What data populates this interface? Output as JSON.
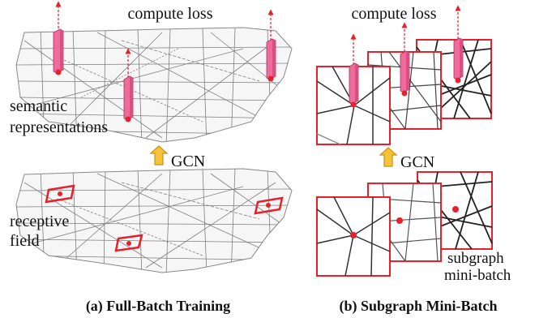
{
  "panel_a": {
    "top_label": "compute loss",
    "semantic_line1": "semantic",
    "semantic_line2": "representations",
    "gcn_label": "GCN",
    "receptive_line1": "receptive",
    "receptive_line2": "field",
    "caption": "(a) Full-Batch Training"
  },
  "panel_b": {
    "top_label": "compute loss",
    "gcn_label": "GCN",
    "subgraph_line1": "subgraph",
    "subgraph_line2": "mini-batch",
    "caption": "(b) Subgraph Mini-Batch"
  },
  "colors": {
    "accent_red": "#e8202a",
    "bar_pink": "#f06a9c",
    "gcn_arrow": "#f5c23a",
    "road_gray": "#555555"
  },
  "icons": [
    "up-arrow-icon",
    "dashed-arrow-icon",
    "embedding-bar-icon"
  ]
}
